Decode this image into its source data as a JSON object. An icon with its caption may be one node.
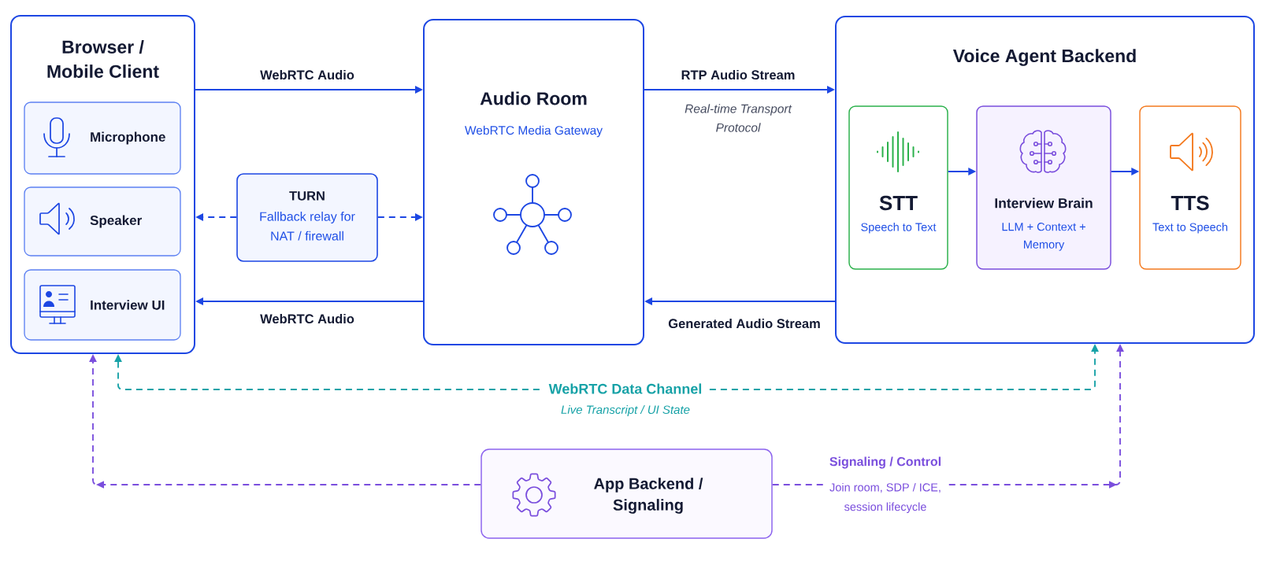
{
  "diagram": {
    "nodes": [
      {
        "text": [
          "Browser / Mobile Client"
        ]
      },
      {
        "text": [
          "Microphone"
        ],
        "in": 0
      },
      {
        "text": [
          "Speaker"
        ],
        "in": 0
      },
      {
        "text": [
          "Interview UI"
        ],
        "in": 0
      },
      {
        "text": [
          "TURN",
          "Fallback relay for NAT / firewall"
        ]
      },
      {
        "text": [
          "Audio Room",
          "WebRTC Media Gateway"
        ]
      },
      {
        "text": [
          "Voice Agent Backend"
        ]
      },
      {
        "text": [
          "STT",
          "Speech to Text"
        ],
        "in": 6
      },
      {
        "text": [
          "Interview Brain",
          "LLM + Context + Memory"
        ],
        "in": 6
      },
      {
        "text": [
          "TTS",
          "Text to Speech"
        ],
        "in": 6
      },
      {
        "text": [
          "App Backend / Signaling"
        ]
      }
    ],
    "edges": [
      {
        "from": 0,
        "to": 5,
        "arrow": "to",
        "label": "WebRTC Audio"
      },
      {
        "from": 4,
        "to": 0,
        "arrow": "to",
        "style": "dashed"
      },
      {
        "from": 4,
        "to": 5,
        "arrow": "to",
        "style": "dashed"
      },
      {
        "from": 5,
        "to": 0,
        "arrow": "to",
        "label": "WebRTC Audio"
      },
      {
        "from": 5,
        "to": 6,
        "arrow": "to",
        "label": "RTP Audio Stream"
      },
      {
        "from": 6,
        "to": 5,
        "arrow": "to",
        "label": "Generated Audio Stream"
      },
      {
        "from": 7,
        "to": 8,
        "arrow": "to"
      },
      {
        "from": 8,
        "to": 9,
        "arrow": "to"
      },
      {
        "from": 0,
        "to": 6,
        "arrow": "both",
        "style": "dashed",
        "color": "#17a2a7",
        "label": "WebRTC Data Channel"
      },
      {
        "from": 10,
        "to": 0,
        "arrow": "to",
        "style": "dashed",
        "color": "#7a4edd"
      },
      {
        "from": 10,
        "to": 6,
        "arrow": "to",
        "style": "dashed",
        "color": "#7a4edd",
        "label": "Signaling / Control"
      }
    ],
    "labels": [
      "Real-time Transport Protocol",
      "Live Transcript / UI State",
      "Join room, SDP / ICE, session lifecycle"
    ]
  }
}
